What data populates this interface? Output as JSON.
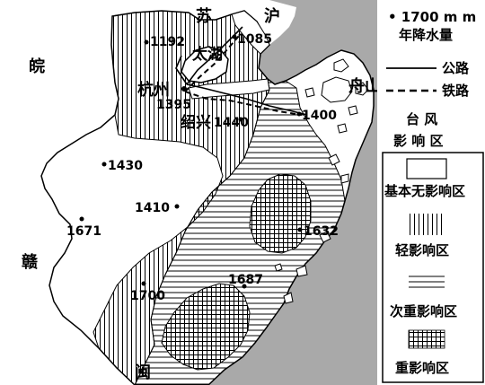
{
  "regions": {
    "su": "苏",
    "hu": "沪",
    "wan": "皖",
    "gan": "赣",
    "min": "闽",
    "taihu": "太湖",
    "zhoushan": "舟山"
  },
  "cities": {
    "hangzhou": "杭州",
    "shaoxing": "绍兴"
  },
  "stations": [
    {
      "id": "s1192",
      "label": "1192"
    },
    {
      "id": "s1085",
      "label": "1085"
    },
    {
      "id": "s1395",
      "label": "1395"
    },
    {
      "id": "s1440",
      "label": "1440"
    },
    {
      "id": "s1400",
      "label": "1400"
    },
    {
      "id": "s1430",
      "label": "1430"
    },
    {
      "id": "s1410",
      "label": "1410"
    },
    {
      "id": "s1671",
      "label": "1671"
    },
    {
      "id": "s1632",
      "label": "1632"
    },
    {
      "id": "s1687",
      "label": "1687"
    },
    {
      "id": "s1700",
      "label": "1700"
    }
  ],
  "legend": {
    "rainfall_line1": "• 1700 m m",
    "rainfall_line2": "年降水量",
    "highway": "公路",
    "railway": "铁路",
    "typhoon_title_1": "台   风",
    "typhoon_title_2": "影 响 区",
    "items": [
      {
        "id": "none",
        "label": "基本无影响区"
      },
      {
        "id": "light",
        "label": "轻影响区"
      },
      {
        "id": "medium",
        "label": "次重影响区"
      },
      {
        "id": "heavy",
        "label": "重影响区"
      }
    ]
  },
  "colors": {
    "sea": "#a9a9a9",
    "land": "#ffffff",
    "ink": "#000000"
  }
}
